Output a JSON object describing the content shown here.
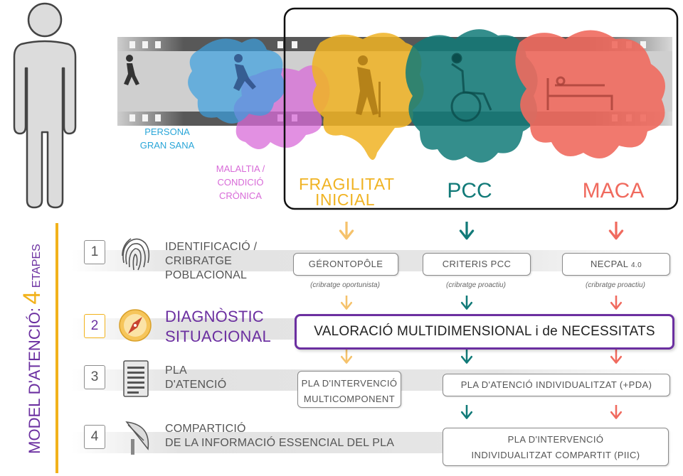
{
  "colors": {
    "healthy": "#2aa6d8",
    "chronic": "#d86bd8",
    "frailty": "#f0b323",
    "pcc": "#117a78",
    "maca": "#f06a5e",
    "purple": "#6b2fa0"
  },
  "stages": {
    "healthy": "PERSONA\nGRAN SANA",
    "chronic": "MALALTIA /\nCONDICIÓ\nCRÒNICA",
    "frailty": "FRAGILITAT\nINICIAL",
    "pcc": "PCC",
    "maca": "MACA"
  },
  "side_title": {
    "prefix": "MODEL D'ATENCIÓ:",
    "number": "4",
    "suffix": "ETAPES"
  },
  "steps": [
    {
      "num": "1",
      "title": "IDENTIFICACIÓ /\nCRIBRATGE\nPOBLACIONAL",
      "icon": "fingerprint-icon"
    },
    {
      "num": "2",
      "title": "DIAGNÒSTIC\nSITUACIONAL",
      "icon": "compass-icon"
    },
    {
      "num": "3",
      "title": "PLA\nD'ATENCIÓ",
      "icon": "document-list-icon"
    },
    {
      "num": "4",
      "title": "COMPARTICIÓ\nDE LA INFORMACIÓ ESSENCIAL DEL PLA",
      "icon": "satellite-dish-icon"
    }
  ],
  "screening": {
    "gerontopole": "GÉRONTOPÔLE",
    "gerontopole_note": "(cribratge oportunista)",
    "pcc_criteria": "CRITERIS PCC",
    "pcc_note": "(cribratge  proactiu)",
    "necpal": "NECPAL",
    "necpal_version": "4.0",
    "necpal_note": "(cribratge  proactiu)"
  },
  "assessment": "VALORACIÓ MULTIDIMENSIONAL i de NECESSITATS",
  "plans": {
    "multicomponent": "PLA D'INTERVENCIÓ\nMULTICOMPONENT",
    "individual": "PLA D'ATENCIÓ INDIVIDUALITZAT (+PDA)",
    "shared": "PLA D'INTERVENCIÓ\nINDIVIDUALITZAT COMPARTIT (PIIC)"
  }
}
